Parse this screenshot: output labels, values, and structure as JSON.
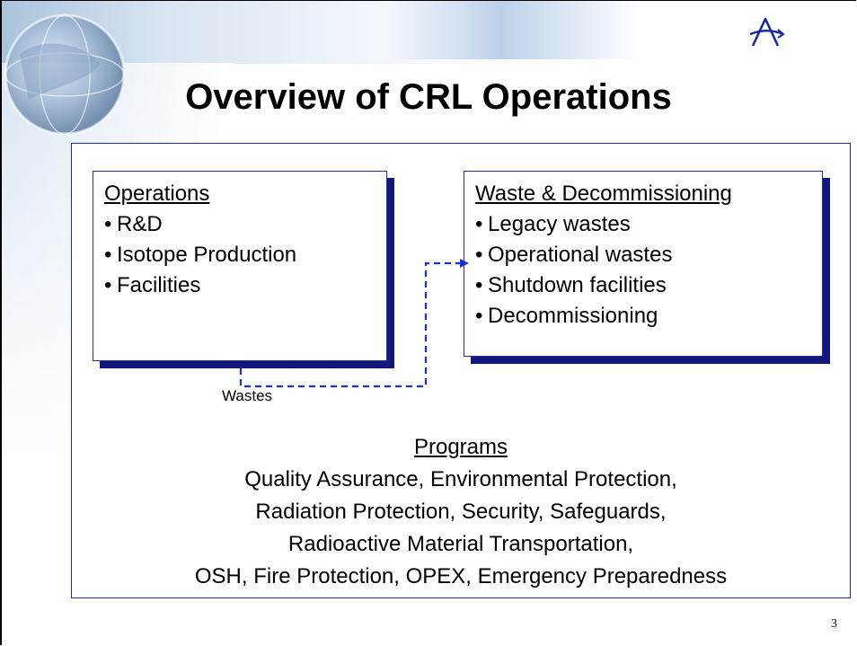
{
  "slide": {
    "title": "Overview of CRL Operations",
    "page_number": "3"
  },
  "operations": {
    "title": "Operations",
    "items": [
      "R&D",
      "Isotope Production",
      "Facilities"
    ]
  },
  "waste": {
    "title": "Waste & Decommissioning",
    "items": [
      "Legacy wastes",
      "Operational wastes",
      "Shutdown facilities",
      "Decommissioning"
    ]
  },
  "flow": {
    "label": "Wastes"
  },
  "programs": {
    "title": "Programs",
    "lines": [
      "Quality Assurance, Environmental Protection,",
      "Radiation Protection, Security, Safeguards,",
      "Radioactive Material Transportation,",
      "OSH, Fire Protection, OPEX, Emergency Preparedness"
    ]
  },
  "colors": {
    "box_border": "#1f2fa3",
    "shadow": "#13167a",
    "arrow": "#1a2fd9"
  },
  "icons": {
    "globe": "globe-icon",
    "logo": "aecl-logo-icon"
  }
}
